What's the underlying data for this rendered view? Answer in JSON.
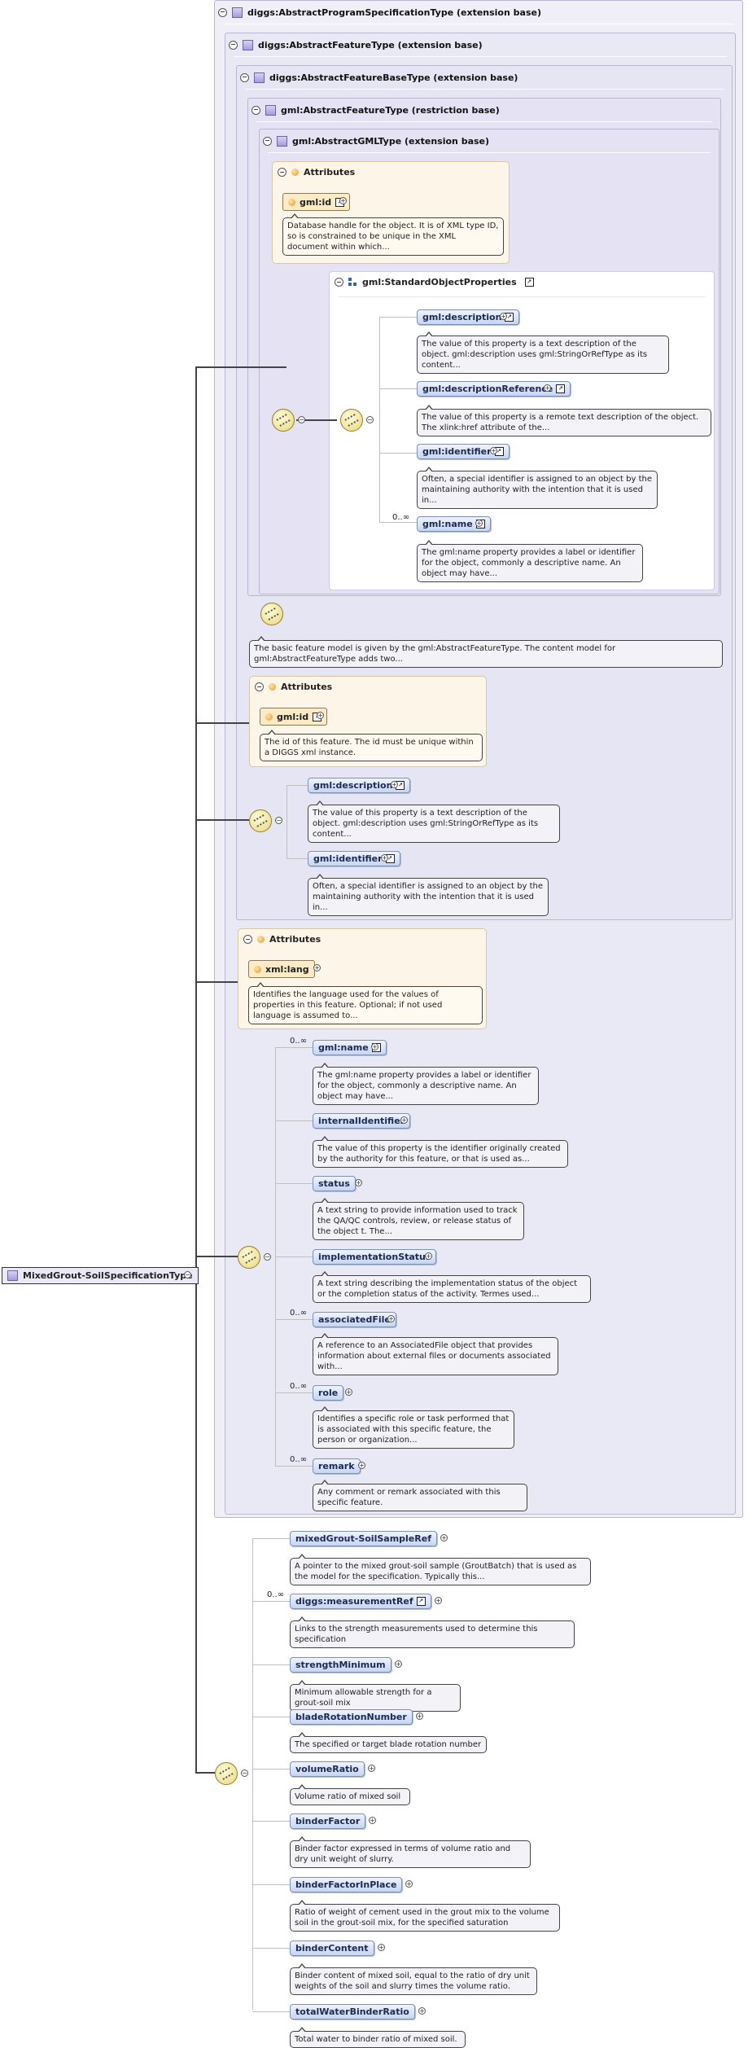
{
  "root": {
    "label": "MixedGrout-SoilSpecificationType"
  },
  "extensions": [
    {
      "label": "diggs:AbstractProgramSpecificationType (extension base)"
    },
    {
      "label": "diggs:AbstractFeatureType (extension base)"
    },
    {
      "label": "diggs:AbstractFeatureBaseType (extension base)"
    },
    {
      "label": "gml:AbstractFeatureType (restriction base)"
    },
    {
      "label": "gml:AbstractGMLType (extension base)"
    }
  ],
  "gml_attrs": {
    "title": "Attributes",
    "attr": "gml:id",
    "desc": "Database handle for the object. It is of XML type ID, so is constrained to be unique in the XML document within which..."
  },
  "std_props": {
    "title": "gml:StandardObjectProperties",
    "items": [
      {
        "name": "gml:description",
        "desc": "The value of this property is a text description of the object. gml:description uses gml:StringOrRefType as its content..."
      },
      {
        "name": "gml:descriptionReference",
        "desc": "The value of this property is a remote text description of the object. The xlink:href attribute of the..."
      },
      {
        "name": "gml:identifier",
        "desc": "Often, a special identifier is assigned to an object by the maintaining authority with the intention that it is used in..."
      },
      {
        "name": "gml:name",
        "occ": "0..∞",
        "desc": "The gml:name property provides a label or identifier for the object, commonly a descriptive name. An object may have..."
      }
    ]
  },
  "feature_desc": "The basic feature model is given by the gml:AbstractFeatureType. The content model for gml:AbstractFeatureType adds two...",
  "base_attrs": {
    "title": "Attributes",
    "attr": "gml:id",
    "desc": "The id of this feature. The id must be unique within a DIGGS xml instance."
  },
  "base_elems": [
    {
      "name": "gml:description",
      "desc": "The value of this property is a text description of the object. gml:description uses gml:StringOrRefType as its content..."
    },
    {
      "name": "gml:identifier",
      "desc": "Often, a special identifier is assigned to an object by the maintaining authority with the intention that it is used in..."
    }
  ],
  "feature_attrs": {
    "title": "Attributes",
    "attr": "xml:lang",
    "desc": "Identifies the language used for the values of properties in this feature. Optional; if not used language is assumed to..."
  },
  "feature_elems": [
    {
      "name": "gml:name",
      "occ": "0..∞",
      "desc": "The gml:name property provides a label or identifier for the object, commonly a descriptive name. An object may have..."
    },
    {
      "name": "internalIdentifier",
      "desc": "The value of this property is the identifier originally created by the authority for this feature, or that is used as..."
    },
    {
      "name": "status",
      "desc": "A text string to provide information used to track the QA/QC controls, review, or release status of the object t. The..."
    },
    {
      "name": "implementationStatus",
      "desc": "A text string describing the implementation status of the object or the completion status of the activity. Termes used..."
    },
    {
      "name": "associatedFile",
      "occ": "0..∞",
      "desc": "A reference to an AssociatedFile object that provides information about external files or documents associated with..."
    },
    {
      "name": "role",
      "occ": "0..∞",
      "desc": "Identifies a specific role or task performed that is associated with this specific feature, the person or organization..."
    },
    {
      "name": "remark",
      "occ": "0..∞",
      "desc": "Any comment or remark associated with this specific feature."
    }
  ],
  "spec_elems": [
    {
      "name": "mixedGrout-SoilSampleRef",
      "desc": "A pointer to the mixed grout-soil sample (GroutBatch) that is used as the model for the specification. Typically this..."
    },
    {
      "name": "diggs:measurementRef",
      "occ": "0..∞",
      "desc": "Links to the strength measurements used to determine this specification"
    },
    {
      "name": "strengthMinimum",
      "desc": "Minimum allowable strength for a grout-soil mix"
    },
    {
      "name": "bladeRotationNumber",
      "desc": "The specified or target blade rotation number"
    },
    {
      "name": "volumeRatio",
      "desc": "Volume ratio of mixed soil"
    },
    {
      "name": "binderFactor",
      "desc": "Binder factor expressed in terms of volume ratio and dry unit weight of slurry."
    },
    {
      "name": "binderFactorInPlace",
      "desc": "Ratio of weight of cement used in the grout mix to the volume soil in the grout-soil mix, for the specified saturation"
    },
    {
      "name": "binderContent",
      "desc": "Binder content of mixed soil, equal to the ratio of dry unit weights of the soil and slurry times the volume ratio."
    },
    {
      "name": "totalWaterBinderRatio",
      "desc": "Total water to binder ratio of mixed soil."
    }
  ]
}
